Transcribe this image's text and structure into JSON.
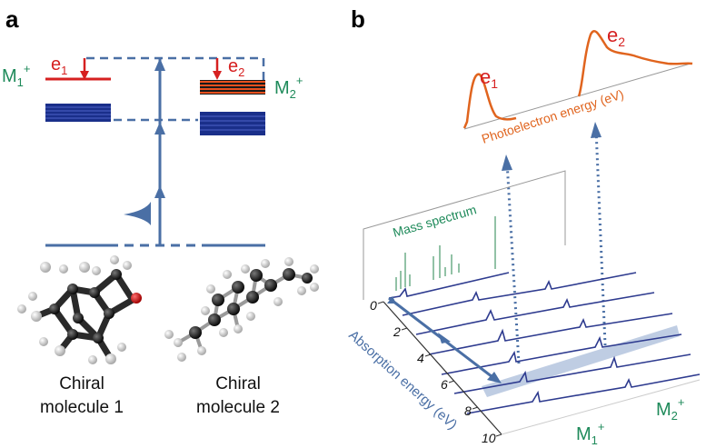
{
  "panel_a": {
    "label": "a",
    "m1": "M",
    "m1_sub": "1",
    "m1_sup": "+",
    "m2": "M",
    "m2_sub": "2",
    "m2_sup": "+",
    "e1": "e",
    "e1_sub": "1",
    "e2": "e",
    "e2_sub": "2",
    "molecule1_line1": "Chiral",
    "molecule1_line2": "molecule 1",
    "molecule2_line1": "Chiral",
    "molecule2_line2": "molecule 2"
  },
  "panel_b": {
    "label": "b",
    "pe_axis_label": "Photoelectron energy (eV)",
    "e1": "e",
    "e1_sub": "1",
    "e2": "e",
    "e2_sub": "2",
    "mass_spectrum_label": "Mass spectrum",
    "absorption_axis_label": "Absorption energy (eV)",
    "ticks": [
      "0",
      "2",
      "4",
      "6",
      "8",
      "10"
    ],
    "m1": "M",
    "m1_sub": "1",
    "m1_sup": "+",
    "m2": "M",
    "m2_sub": "2",
    "m2_sup": "+"
  },
  "colors": {
    "blue_arrow": "#4a6fa5",
    "level_navy": "#1a2f8a",
    "electron_red": "#d62020",
    "ion_green": "#1e8a5a",
    "pe_orange": "#e0641e"
  }
}
